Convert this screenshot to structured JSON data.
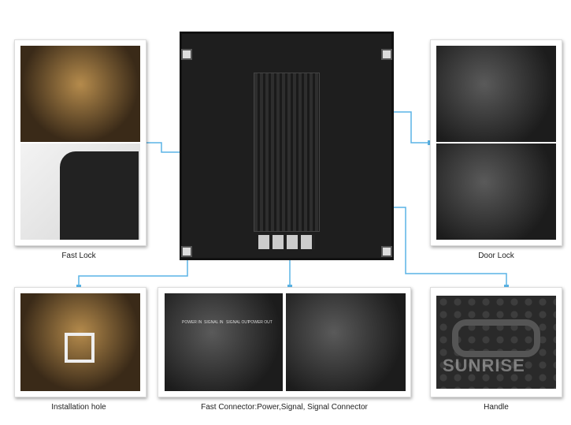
{
  "labels": {
    "fast_lock": "Fast Lock",
    "door_lock": "Door Lock",
    "installation_hole": "Installation hole",
    "fast_connector": "Fast Connector:Power,Signal, Signal Connector",
    "handle": "Handle"
  },
  "connector_ports": [
    "POWER IN",
    "SIGNAL IN",
    "SIGNAL OUT",
    "POWER OUT"
  ],
  "watermark": "SUNRISE",
  "colors": {
    "callout_line": "#5ab4e6"
  }
}
